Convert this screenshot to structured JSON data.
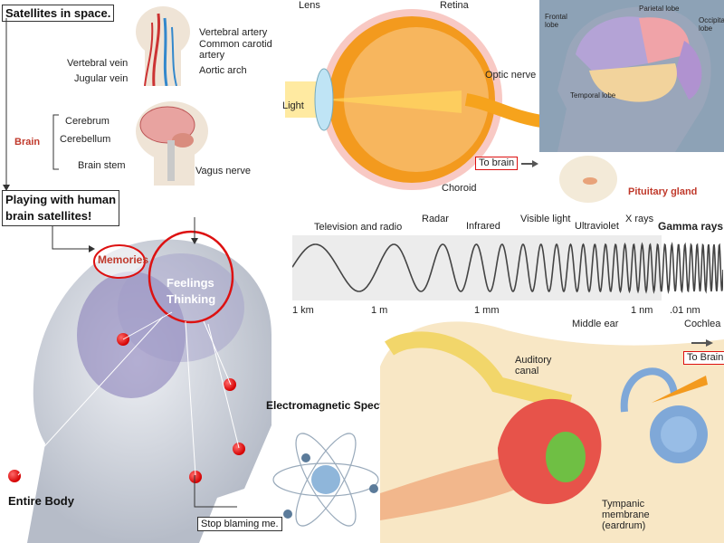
{
  "title_box": "Satellites in space.",
  "subtitle_box": [
    "Playing with human",
    "brain satellites!"
  ],
  "neck": {
    "labels_left": [
      "Vertebral vein",
      "Jugular vein"
    ],
    "labels_right": [
      "Vertebral artery",
      "Common carotid",
      "artery",
      "Aortic arch"
    ]
  },
  "brain_diagram": {
    "brain_label": "Brain",
    "labels": [
      "Cerebrum",
      "Cerebellum",
      "Brain stem"
    ],
    "vagus": "Vagus nerve"
  },
  "eye": {
    "lens": "Lens",
    "retina": "Retina",
    "optic_nerve": "Optic nerve",
    "light": "Light",
    "choroid": "Choroid",
    "to_brain": "To brain"
  },
  "lobes": {
    "frontal": [
      "Frontal",
      "lobe"
    ],
    "parietal": "Parietal lobe",
    "occipital": [
      "Occipital",
      "lobe"
    ],
    "temporal": "Temporal lobe"
  },
  "pituitary": "Pituitary gland",
  "spectrum": {
    "top_labels": [
      "Television and radio",
      "Radar",
      "Infrared",
      "Visible light",
      "Ultraviolet",
      "X rays",
      "Gamma rays"
    ],
    "bottom_labels": [
      "1 km",
      "1 m",
      "1 mm",
      "1 nm",
      ".01 nm"
    ],
    "caption": "Electromagnetic Spectrum"
  },
  "head": {
    "memories": "Memories",
    "feelings": "Feelings",
    "thinking": "Thinking",
    "entire_body": "Entire Body",
    "stop": "Stop blaming me."
  },
  "ear": {
    "middle_ear": "Middle ear",
    "cochlea": "Cochlea",
    "to_brain": "To Brain",
    "auditory": [
      "Auditory",
      "canal"
    ],
    "tympanic": [
      "Tympanic",
      "membrane",
      "(eardrum)"
    ]
  },
  "colors": {
    "red": "#d11111",
    "brain_pink": "#e8a3a0",
    "eye_orange": "#f39a1e",
    "ear_yellow": "#f6e6a8"
  }
}
